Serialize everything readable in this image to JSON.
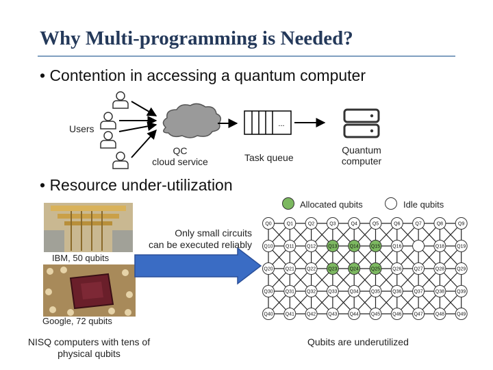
{
  "title": "Why Multi-programming is Needed?",
  "bullets": {
    "contention": "• Contention in accessing a quantum computer",
    "underutil": "• Resource under-utilization"
  },
  "top_diagram": {
    "users_label": "Users",
    "cloud_label": "QC\ncloud service",
    "queue_label": "Task queue",
    "queue_ellipsis": "...",
    "computer_label": "Quantum\ncomputer"
  },
  "hardware": {
    "ibm_label": "IBM, 50 qubits",
    "google_label": "Google, 72 qubits",
    "nisq_caption": "NISQ computers with tens of\nphysical qubits",
    "arrow_caption": "Only small circuits\ncan be executed reliably"
  },
  "legend": {
    "allocated": "Allocated qubits",
    "idle": "Idle qubits"
  },
  "qubit_grid_caption": "Qubits are underutilized",
  "colors": {
    "title": "#24395a",
    "allocated": "#7cb860",
    "idle": "#ffffff",
    "arrow": "#3a6cc4",
    "cloud": "#9a9a9a"
  },
  "qubits": [
    "Q0",
    "Q1",
    "Q2",
    "Q3",
    "Q4",
    "Q5",
    "Q6",
    "Q7",
    "Q8",
    "Q9",
    "Q10",
    "Q11",
    "Q12",
    "Q13",
    "Q14",
    "Q15",
    "Q16",
    "",
    "Q18",
    "Q19",
    "Q20",
    "Q21",
    "Q22",
    "Q23",
    "Q24",
    "Q25",
    "Q26",
    "Q27",
    "Q28",
    "Q29",
    "Q30",
    "Q31",
    "Q32",
    "Q33",
    "Q34",
    "Q35",
    "Q36",
    "Q37",
    "Q38",
    "Q39",
    "Q40",
    "Q41",
    "Q42",
    "Q43",
    "Q44",
    "Q45",
    "Q46",
    "Q47",
    "Q48",
    "Q49"
  ],
  "allocated_qubits": [
    "Q13",
    "Q14",
    "Q15",
    "Q23",
    "Q24",
    "Q25"
  ]
}
